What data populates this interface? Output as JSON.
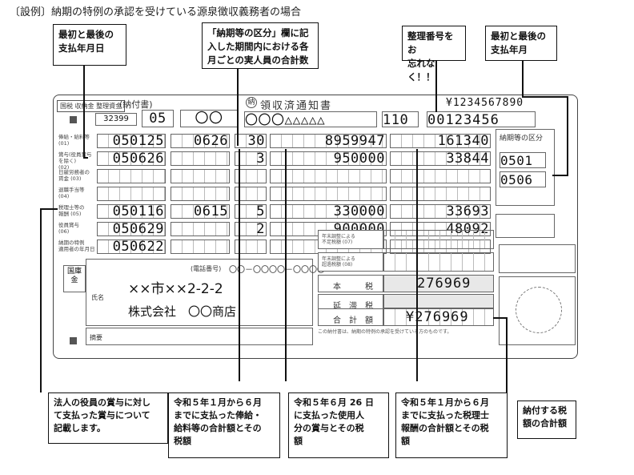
{
  "heading": "〔設例〕納期の特例の承認を受けている源泉徴収義務者の場合",
  "callouts": {
    "first_last_date_left": "最初と最後の\n支払年月日",
    "period_count": "「納期等の区分」欄に記\n入した期間内における各\n月ごとの実人員の合計数",
    "ref_number": "整理番号をお\n忘れなく！！",
    "first_last_month_right": "最初と最後の\n支払年月",
    "officer_bonus": "法人の役員の賞与に対し\nて支払った賞与について\n記載します。",
    "salary_total": "令和５年１月から６月\nまでに支払った俸給・\n給料等の合計額とその\n税額",
    "bonus_total": "令和５年６月 26 日\nに支払った使用人\n分の賞与とその税\n額",
    "tax_accountant_total": "令和５年１月から６月\nまでに支払った税理士\n報酬の合計額とその税\n額",
    "payment_total": "納付する税\n額の合計額"
  },
  "form": {
    "title_left": "国税 収納金 整理資金",
    "title_nofusho": "(納付書)",
    "title_main": "領収済通知書",
    "seal_label": "納",
    "code": "32399",
    "year_code": "05",
    "office_marks": "〇〇",
    "ref_marks": "〇〇〇△△△△△",
    "tax_code": "110",
    "ref_number": "00123456",
    "top_right_digits": "¥1234567890",
    "rows": [
      {
        "label": "俸給・給料等\n(01)",
        "from": "050125",
        "to": "0626",
        "people": "30",
        "amount": "8959947",
        "tax": "161340"
      },
      {
        "label": "賞与(役員賞与を除く)\n(02)",
        "from": "050626",
        "to": "",
        "people": "3",
        "amount": "950000",
        "tax": "33844"
      },
      {
        "label": "日雇労務者の\n賃金 (03)",
        "from": "",
        "to": "",
        "people": "",
        "amount": "",
        "tax": ""
      },
      {
        "label": "退職手当等\n(04)",
        "from": "",
        "to": "",
        "people": "",
        "amount": "",
        "tax": ""
      },
      {
        "label": "税理士等の\n報酬 (05)",
        "from": "050116",
        "to": "0615",
        "people": "5",
        "amount": "330000",
        "tax": "33693"
      },
      {
        "label": "役員賞与\n(06)",
        "from": "050629",
        "to": "",
        "people": "2",
        "amount": "900000",
        "tax": "48092"
      },
      {
        "label": "納期の特例\n適用者の年月日",
        "from": "050622",
        "to": "",
        "people": "",
        "amount": "",
        "tax": ""
      }
    ],
    "period_label": "納期等の区分",
    "period_from": "0501",
    "period_to": "0506",
    "address": "××市××2-2-2",
    "company": "株式会社　〇〇商店",
    "phone_label": "(電話番号)",
    "phone": "〇〇－〇〇〇〇－〇〇〇〇",
    "tax_label": "本　　　税",
    "penalty_label": "延　滞　税",
    "total_label": "合　計　額",
    "tax_amount": "276969",
    "total_amount": "¥276969",
    "adjust_label_1": "年末調整による\n不足税額 (07)",
    "adjust_label_2": "年末調整による\n超過税額 (08)",
    "left_stamp": "国庫金",
    "name_label": "氏名",
    "summary_label": "摘要",
    "notes": "この納付書は、納期の特例の承認を受けている方のものです。"
  },
  "colors": {
    "ink": "#111111",
    "form_line": "#666666",
    "marker": "#555555"
  }
}
